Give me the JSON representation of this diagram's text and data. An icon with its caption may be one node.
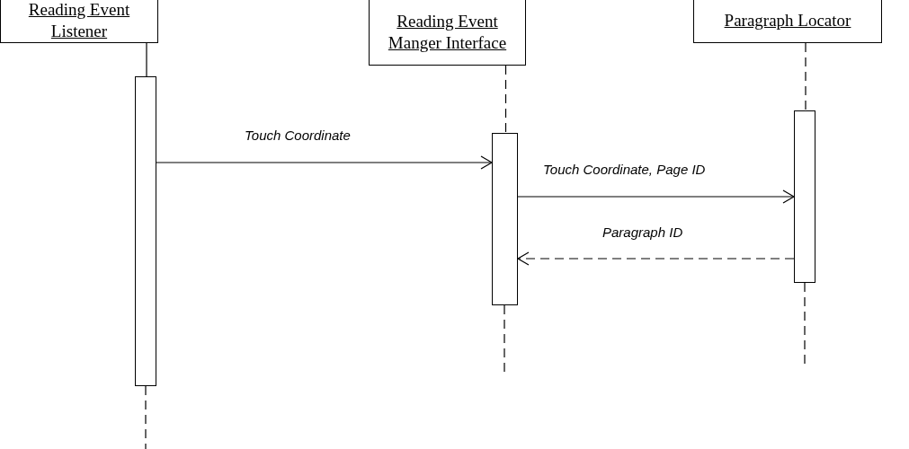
{
  "diagram": {
    "nodes": [
      {
        "text": [
          "Reading Event Listener"
        ]
      },
      {
        "text": [
          "Reading Event Manger Interface"
        ]
      },
      {
        "text": [
          "Paragraph Locator"
        ]
      },
      {
        "text": [],
        "shape": "bar"
      },
      {
        "text": [],
        "shape": "bar"
      },
      {
        "text": [],
        "shape": "bar"
      }
    ],
    "edges": [
      {
        "from": 0,
        "to": 3,
        "arrow": "none"
      },
      {
        "from": 1,
        "to": 4,
        "arrow": "none",
        "style": "dashed"
      },
      {
        "from": 2,
        "to": 5,
        "arrow": "none",
        "style": "dashed"
      },
      {
        "from": 3,
        "to": 4,
        "arrow": "to",
        "label": "Touch Coordinate"
      },
      {
        "from": 4,
        "to": 5,
        "arrow": "to",
        "label": "Touch Coordinate, Page ID"
      },
      {
        "from": 5,
        "to": 4,
        "arrow": "to",
        "label": "Paragraph ID",
        "style": "dashed"
      }
    ]
  }
}
